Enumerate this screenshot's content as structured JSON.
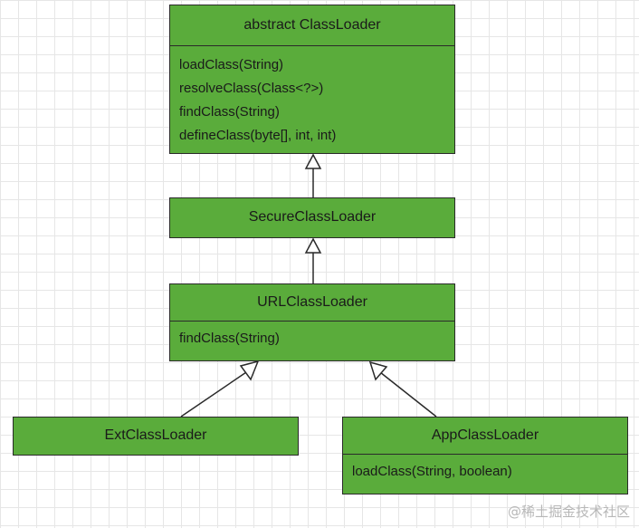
{
  "diagram": {
    "classes": [
      {
        "id": "classloader",
        "name": "abstract ClassLoader",
        "methods": [
          "loadClass(String)",
          "resolveClass(Class<?>)",
          "findClass(String)",
          "defineClass(byte[], int, int)"
        ]
      },
      {
        "id": "secure",
        "name": "SecureClassLoader",
        "methods": []
      },
      {
        "id": "url",
        "name": "URLClassLoader",
        "methods": [
          "findClass(String)"
        ]
      },
      {
        "id": "ext",
        "name": "ExtClassLoader",
        "methods": []
      },
      {
        "id": "app",
        "name": "AppClassLoader",
        "methods": [
          "loadClass(String, boolean)"
        ]
      }
    ],
    "relations": [
      {
        "from": "secure",
        "to": "classloader",
        "type": "inheritance"
      },
      {
        "from": "url",
        "to": "secure",
        "type": "inheritance"
      },
      {
        "from": "ext",
        "to": "url",
        "type": "inheritance"
      },
      {
        "from": "app",
        "to": "url",
        "type": "inheritance"
      }
    ]
  },
  "watermark": "@稀土掘金技术社区"
}
